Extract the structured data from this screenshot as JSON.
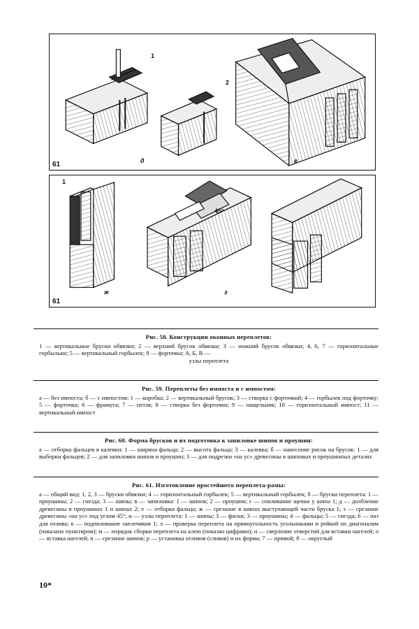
{
  "figures": {
    "top": {
      "number": "61",
      "panels": [
        {
          "letter": "д",
          "callouts": [
            "1",
            "2"
          ]
        },
        {
          "letter": "е",
          "callouts": []
        }
      ]
    },
    "bottom": {
      "number": "61",
      "panels": [
        {
          "letter": "ж",
          "callouts": [
            "1"
          ]
        },
        {
          "letter": "з",
          "callouts": [
            "45°"
          ]
        },
        {
          "letter": "",
          "callouts": []
        }
      ]
    }
  },
  "captions": [
    {
      "title": "Рис. 58. Конструкции оконных переплетов:",
      "body": "1 — вертикальные бруски обвязки; 2 — верхний брусок обвязки; 3 — нижний брусок обвязки; 4, 6, 7 — горизонтальные горбыльки; 5 — вертикальный горбылек; 8 — форточка; А, Б, В —",
      "last": "узлы переплета"
    },
    {
      "title": "Рис. 59. Переплеты без импоста и с импостом:",
      "body": "а — без импоста; б — с импостом: 1 — коробка; 2 — вертикальный брусок; 3 — створка с форточкой; 4 — горбылек под форточку; 5 — форточка; 6 — фрамуга; 7 — петля; 8 — створка без форточки; 9 — нащельник; 10 — горизонтальный импост; 11 — вертикальный импост",
      "last": ""
    },
    {
      "title": "Рис. 60. Форма брусков и их подготовка к запиловке шипов и проушин:",
      "body": "а — отборка фальцев в калевки: 1 — ширина фальца; 2 — высота фальца; 3 — калевка; б — нанесение рисок на брусок: 1 — для выборки фальцев; 2 — для запиловки шипов и проушин; 3 — для подрезки «на ус» древесины в шиповых и проушинных деталях",
      "last": ""
    },
    {
      "title": "Рис. 61. Изготовление простейшего переплета-рамы:",
      "body": "а — общий вид: 1, 2, 3 — бруски обвязки; 4 — горизонтальный горбылек; 5 — вертикальный горбылек; б — бруски переплета: 1 — проушины; 2 — гнезда; 3 — шипы; в — запиловка: 1 — шипов; 2 — проушин; г — спиливание щечки у шипа 1; д — долбление древесины в проушинах 1 и шипах 2; е — отборка фальца; ж — срезание в шипах выступающей части бруска 1; з — срезание древесины «на ус» под углом 45°; и — узлы переплета: 1 — шипы; 3 — фаски; 3 — проушины; 4 — фальцы; 5 — гнезда; 6 — паз для отлива; к — подпиливание заплечиков 1; л — проверка переплета на прямоугольность угольниками и рейкой по диагоналям (показано пунктиром); м — порядок сборки переплета на клею (показан цифрами); н — сверление отверстий для вставки нагелей; о — вставка нагелей; п — срезание шипов; р — установка отливов (сливов) и их форма; 7 — прямой; 8 — округлый",
      "last": ""
    }
  ],
  "page_number": "10*"
}
